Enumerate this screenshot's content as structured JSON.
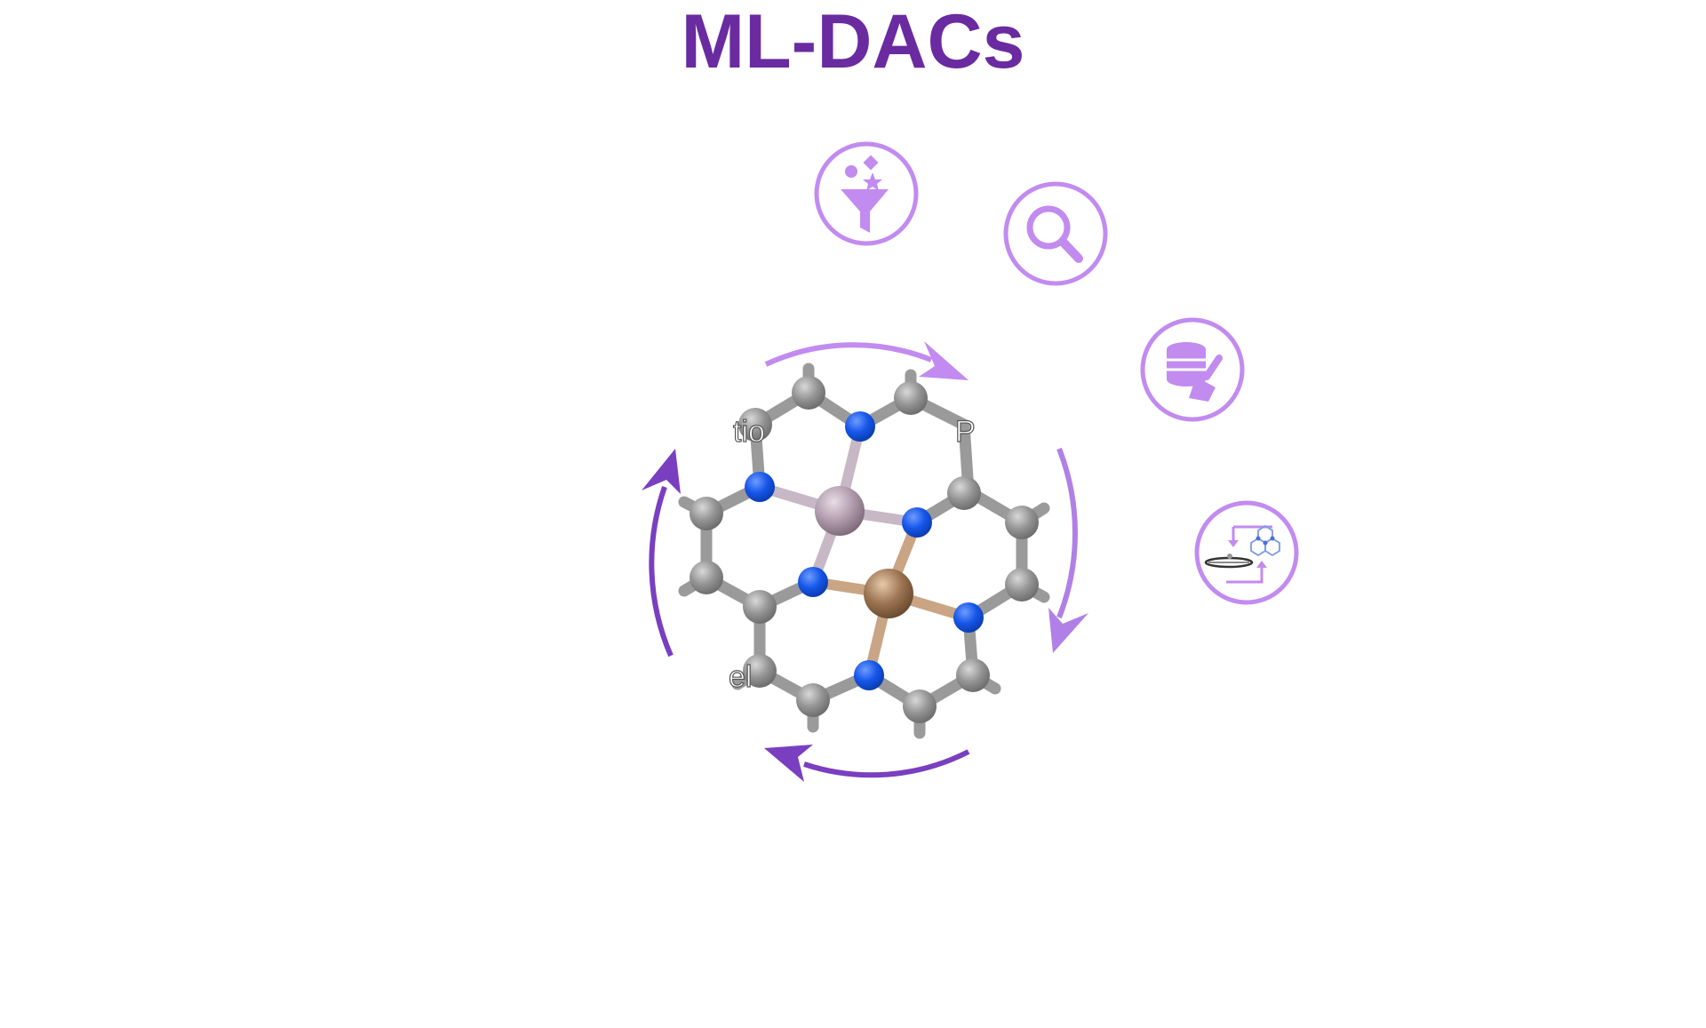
{
  "title": "ML-DACs",
  "colors": {
    "title": "#6a2aa0",
    "icon": "#c28bf0",
    "arrow_light": "#c28bf0",
    "arrow_dark": "#7a3fc0",
    "carbon": "#8e8e8e",
    "nitrogen": "#1556e8",
    "metal_1": "#b19cae",
    "metal_2": "#9c7452"
  },
  "icons": [
    {
      "name": "feature-selection-funnel-icon"
    },
    {
      "name": "search-magnifier-icon"
    },
    {
      "name": "database-cleaning-icon"
    },
    {
      "name": "structure-model-icon"
    }
  ],
  "occluded_labels": [
    "tio",
    "P",
    "el"
  ]
}
